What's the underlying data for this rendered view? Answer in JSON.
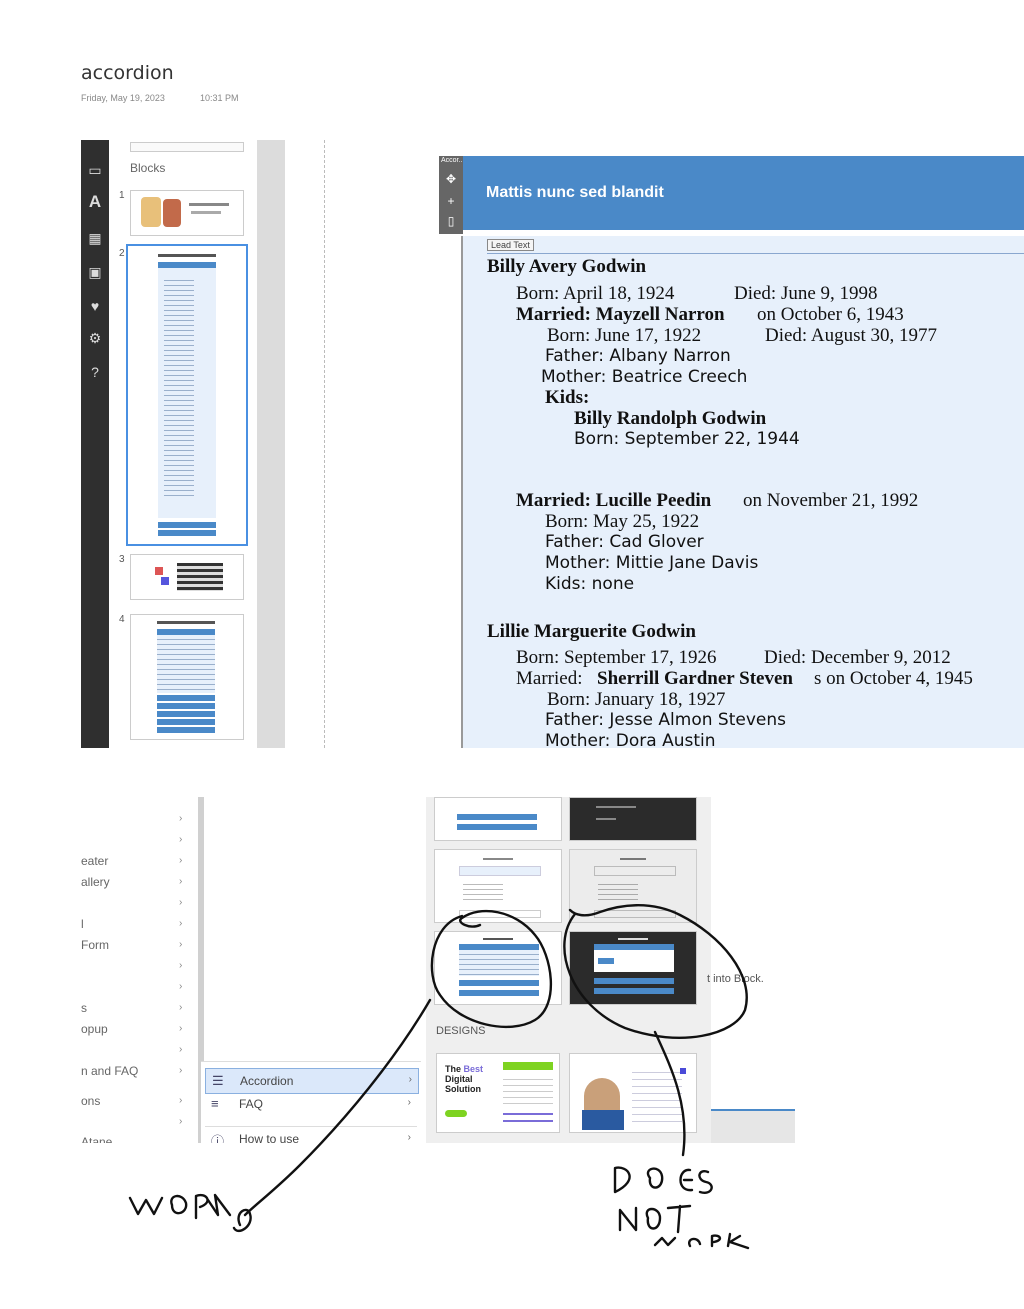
{
  "note": {
    "title": "accordion",
    "date": "Friday, May 19, 2023",
    "time": "10:31 PM"
  },
  "blocks_panel": {
    "label": "Blocks",
    "thumb_numbers": [
      "1",
      "2",
      "3",
      "4"
    ]
  },
  "editor": {
    "handle_label": "Accor...",
    "header_title": "Mattis nunc sed blandit",
    "lead_text_label": "Lead Text",
    "lines": [
      {
        "text": "Billy Avery Godwin"
      },
      {
        "text": "Born: April 18, 1924"
      },
      {
        "text": "Died: June 9, 1998"
      },
      {
        "text": "Married: Mayzell Narron"
      },
      {
        "text": "on October 6, 1943"
      },
      {
        "text": "Born: June 17, 1922"
      },
      {
        "text": "Died: August 30, 1977"
      },
      {
        "text": "Father: Albany Narron"
      },
      {
        "text": "Mother:  Beatrice Creech"
      },
      {
        "text": "Kids:"
      },
      {
        "text": "Billy Randolph Godwin"
      },
      {
        "text": "Born: September 22, 1944"
      },
      {
        "text": "Married: Lucille Peedin"
      },
      {
        "text": "on November 21, 1992"
      },
      {
        "text": "Born: May 25, 1922"
      },
      {
        "text": "Father: Cad Glover"
      },
      {
        "text": "Mother: Mittie Jane Davis"
      },
      {
        "text": "Kids:  none"
      },
      {
        "text": "Lillie Marguerite Godwin"
      },
      {
        "text": "Born: September 17, 1926"
      },
      {
        "text": "Died: December 9, 2012"
      },
      {
        "text": "Married: "
      },
      {
        "text": "Sherrill Gardner Steven"
      },
      {
        "text": "s on October 4, 1945"
      },
      {
        "text": "Born: January 18, 1927"
      },
      {
        "text": "Father: Jesse Almon Stevens"
      },
      {
        "text": "Mother: Dora Austin"
      }
    ]
  },
  "left_menu": {
    "items": [
      "eater",
      "allery",
      "l",
      "Form",
      "s",
      "opup",
      "n and FAQ",
      "ons",
      "Atane"
    ]
  },
  "submenu": {
    "items": [
      {
        "label": "Accordion",
        "icon": "accordion-icon"
      },
      {
        "label": "FAQ",
        "icon": "faq-icon"
      },
      {
        "label": "How to use",
        "icon": "help-icon"
      }
    ]
  },
  "gallery": {
    "designs_label": "DESIGNS",
    "design_card_heading": [
      "The",
      "Best",
      "Digital",
      "Solution"
    ],
    "into_block_text": "t into Block."
  },
  "annotations": {
    "works": "works",
    "does_not_work": [
      "does",
      "NOT",
      "work"
    ]
  }
}
